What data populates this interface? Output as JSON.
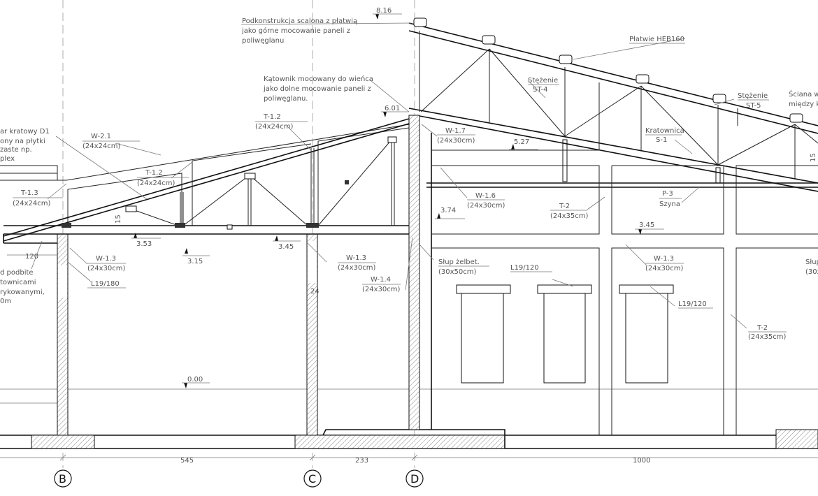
{
  "drawing": {
    "notes": {
      "podkonstrukcja": [
        "Podkonstrukcja scalona z płatwią",
        "jako górne mocowanie paneli z",
        "poliwęglanu"
      ],
      "katownik": [
        "Kątownik mocowany do wieńca",
        "jako dolne mocowanie paneli z",
        "poliwęglanu."
      ],
      "dzwigar": [
        "ar kratowy D1",
        "ony na płytki",
        "zaste np.",
        "plex"
      ],
      "podbite": [
        "d podbite",
        "townicami",
        "rykowanymi,",
        "0m"
      ],
      "sciana": [
        "Ściana w",
        "między k"
      ]
    },
    "levels": [
      "8.16",
      "6.01",
      "5.27",
      "3.74",
      "3.53",
      "3.45",
      "3.15",
      "3.45",
      "0.00"
    ],
    "members": {
      "w21": [
        "W-2.1",
        "(24x24cm)"
      ],
      "t12a": [
        "T-1.2",
        "(24x24cm)"
      ],
      "t12b": [
        "T-1.2",
        "(24x24cm)"
      ],
      "t13": [
        "T-1.3",
        "(24x24cm)"
      ],
      "w13a": [
        "W-1.3",
        "(24x30cm)"
      ],
      "w13b": [
        "W-1.3",
        "(24x30cm)"
      ],
      "w13c": [
        "W-1.3",
        "(24x30cm)"
      ],
      "w14": [
        "W-1.4",
        "(24x30cm)"
      ],
      "w16": [
        "W-1.6",
        "(24x30cm)"
      ],
      "w17": [
        "W-1.7",
        "(24x30cm)"
      ],
      "t2a": [
        "T-2",
        "(24x35cm)"
      ],
      "t2b": [
        "T-2",
        "(24x35cm)"
      ],
      "stup": [
        "Słup żelbet.",
        "(30x50cm)"
      ],
      "stup2": [
        "Słup",
        "(30x"
      ],
      "st4": [
        "Stężenie",
        "ST-4"
      ],
      "st5": [
        "Stężenie",
        "ST-5"
      ],
      "s1": [
        "Kratownica",
        "S-1"
      ],
      "p3": [
        "P-3",
        "Szyna"
      ],
      "heb": "Płatwie HEB160",
      "l19_180": "L19/180",
      "l19_120a": "L19/120",
      "l19_120b": "L19/120",
      "d120": "120",
      "d15a": "15",
      "d15b": "15",
      "d24": "24"
    },
    "dimensions": [
      "545",
      "233",
      "1000"
    ],
    "axes": [
      "B",
      "C",
      "D"
    ]
  }
}
